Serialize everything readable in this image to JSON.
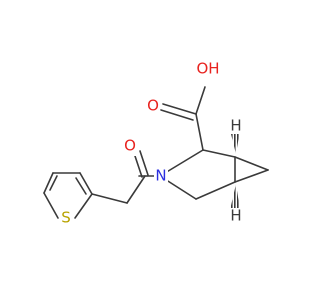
{
  "molecule": {
    "atoms": {
      "O_acyl": {
        "symbol": "O",
        "color": "#e8231f"
      },
      "OH": {
        "symbol": "OH",
        "color": "#e8231f"
      },
      "O_carbonyl": {
        "symbol": "O",
        "color": "#e8231f"
      },
      "N": {
        "symbol": "N",
        "color": "#2b2fe0"
      },
      "S": {
        "symbol": "S",
        "color": "#b8a300"
      },
      "H1": {
        "symbol": "H",
        "color": "#3a3a3a"
      },
      "H2": {
        "symbol": "H",
        "color": "#3a3a3a"
      }
    },
    "bond_color": "#3a3a3a"
  }
}
